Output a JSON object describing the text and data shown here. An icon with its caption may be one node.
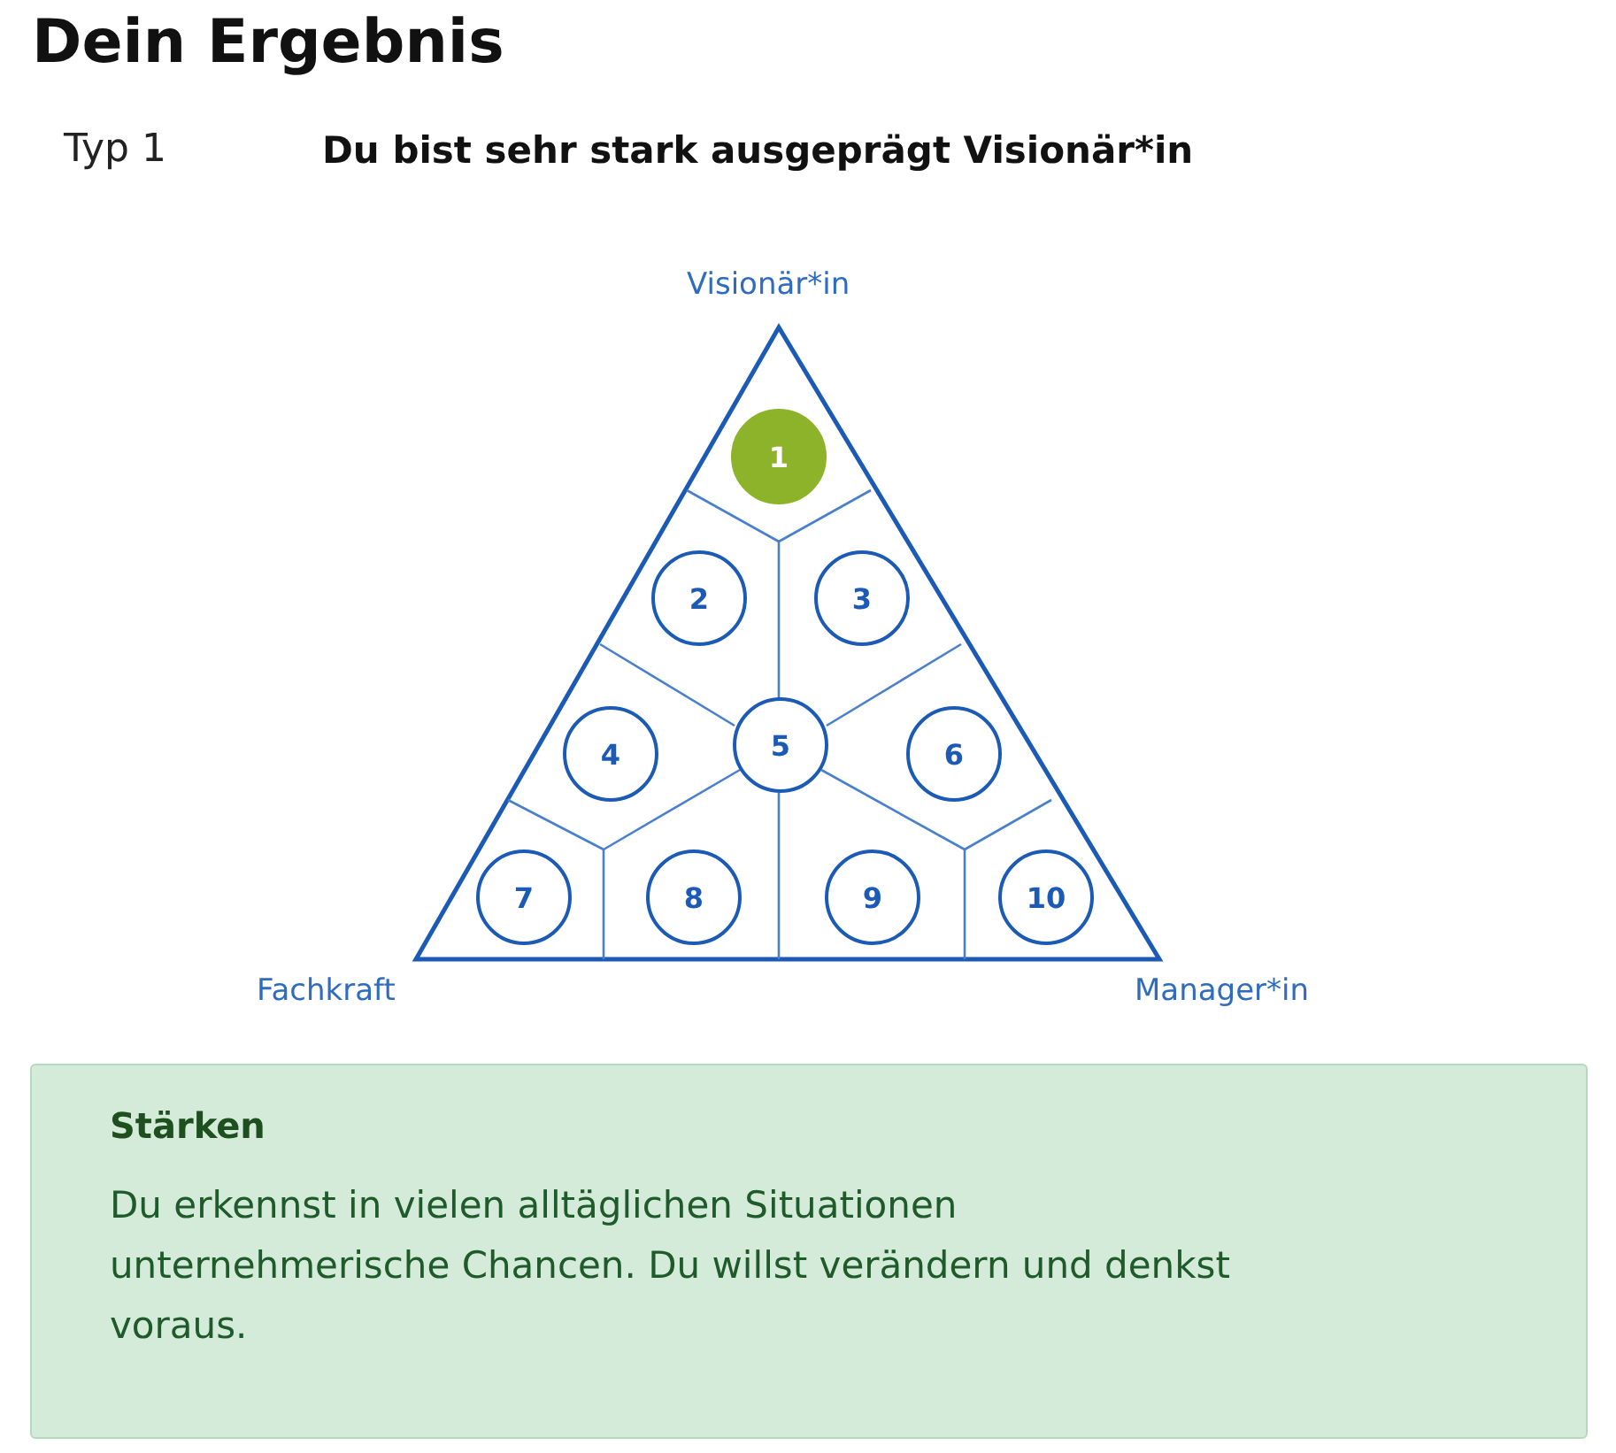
{
  "diagram": {
    "title": "Dein Ergebnis",
    "nodes": [
      {
        "text": [],
        "shape": "triangle"
      },
      {
        "text": [
          "1"
        ],
        "in": 0
      },
      {
        "text": [
          "2"
        ],
        "in": 0
      },
      {
        "text": [
          "3"
        ],
        "in": 0
      },
      {
        "text": [
          "4"
        ],
        "in": 0
      },
      {
        "text": [
          "5"
        ],
        "in": 0
      },
      {
        "text": [
          "6"
        ],
        "in": 0
      },
      {
        "text": [
          "7"
        ],
        "in": 0
      },
      {
        "text": [
          "8"
        ],
        "in": 0
      },
      {
        "text": [
          "9"
        ],
        "in": 0
      },
      {
        "text": [
          "10"
        ],
        "in": 0
      },
      {
        "text": [
          "Stärken",
          "Du erkennst in vielen alltäglichen Situationen unternehmerische Chancen. Du willst verändern und denkst voraus."
        ]
      }
    ],
    "edges": [],
    "labels": [
      "Typ 1",
      "Du bist sehr stark ausgeprägt Visionär*in",
      "Visionär*in",
      "Fachkraft",
      "Manager*in"
    ]
  }
}
